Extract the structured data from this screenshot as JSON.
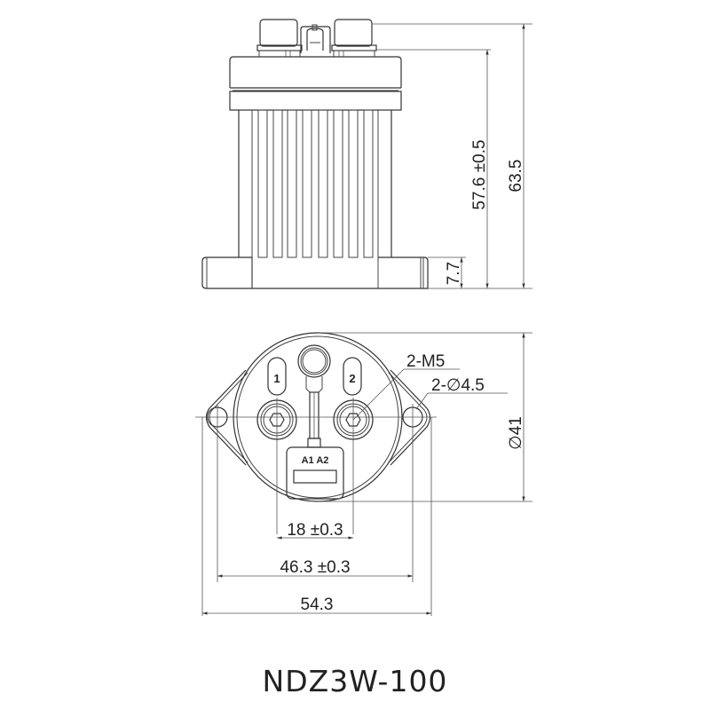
{
  "title": "NDZ3W-100",
  "side_view": {
    "dimensions": {
      "body_height": "57.6 ±0.5",
      "total_height": "63.5",
      "flange_height": "7.7"
    }
  },
  "top_view": {
    "terminal_labels": [
      "1",
      "2"
    ],
    "coil_labels": "A1 A2",
    "callouts": {
      "terminal_thread": "2-M5",
      "mount_hole": "2-∅4.5"
    },
    "dimensions": {
      "diameter": "∅41",
      "terminal_spacing": "18 ±0.3",
      "hole_spacing": "46.3 ±0.3",
      "overall_width": "54.3"
    }
  }
}
